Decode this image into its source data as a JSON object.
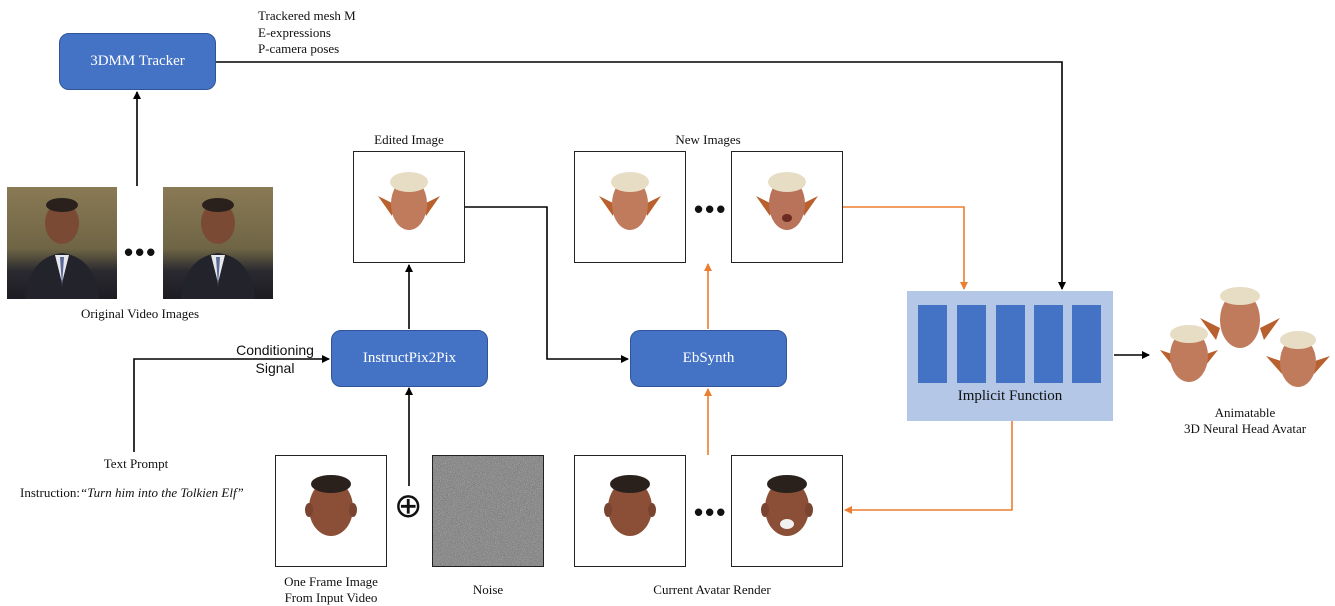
{
  "nodes": {
    "tracker": "3DMM Tracker",
    "instructpix2pix": "InstructPix2Pix",
    "ebsynth": "EbSynth",
    "implicit_function": "Implicit Function"
  },
  "tracker_outputs": {
    "line1": "Trackered mesh M",
    "line2": "E-expressions",
    "line3": "P-camera poses"
  },
  "labels": {
    "edited_image": "Edited Image",
    "new_images": "New Images",
    "original_video_images": "Original Video Images",
    "conditioning_line1": "Conditioning",
    "conditioning_line2": "Signal",
    "text_prompt": "Text Prompt",
    "instruction_prefix": "Instruction:",
    "instruction_text": "“Turn him into the Tolkien Elf”",
    "one_frame_line1": "One Frame Image",
    "one_frame_line2": "From Input Video",
    "noise": "Noise",
    "current_avatar_render": "Current Avatar Render",
    "avatar_line1": "Animatable",
    "avatar_line2": "3D Neural Head Avatar",
    "ellipsis": "•••",
    "plus_symbol": "⊕"
  },
  "colors": {
    "node_fill": "#4472c4",
    "node_border": "#2f5597",
    "implicit_bg": "#b4c7e7",
    "orange_arrow": "#ed7d31",
    "black_arrow": "#000000"
  }
}
